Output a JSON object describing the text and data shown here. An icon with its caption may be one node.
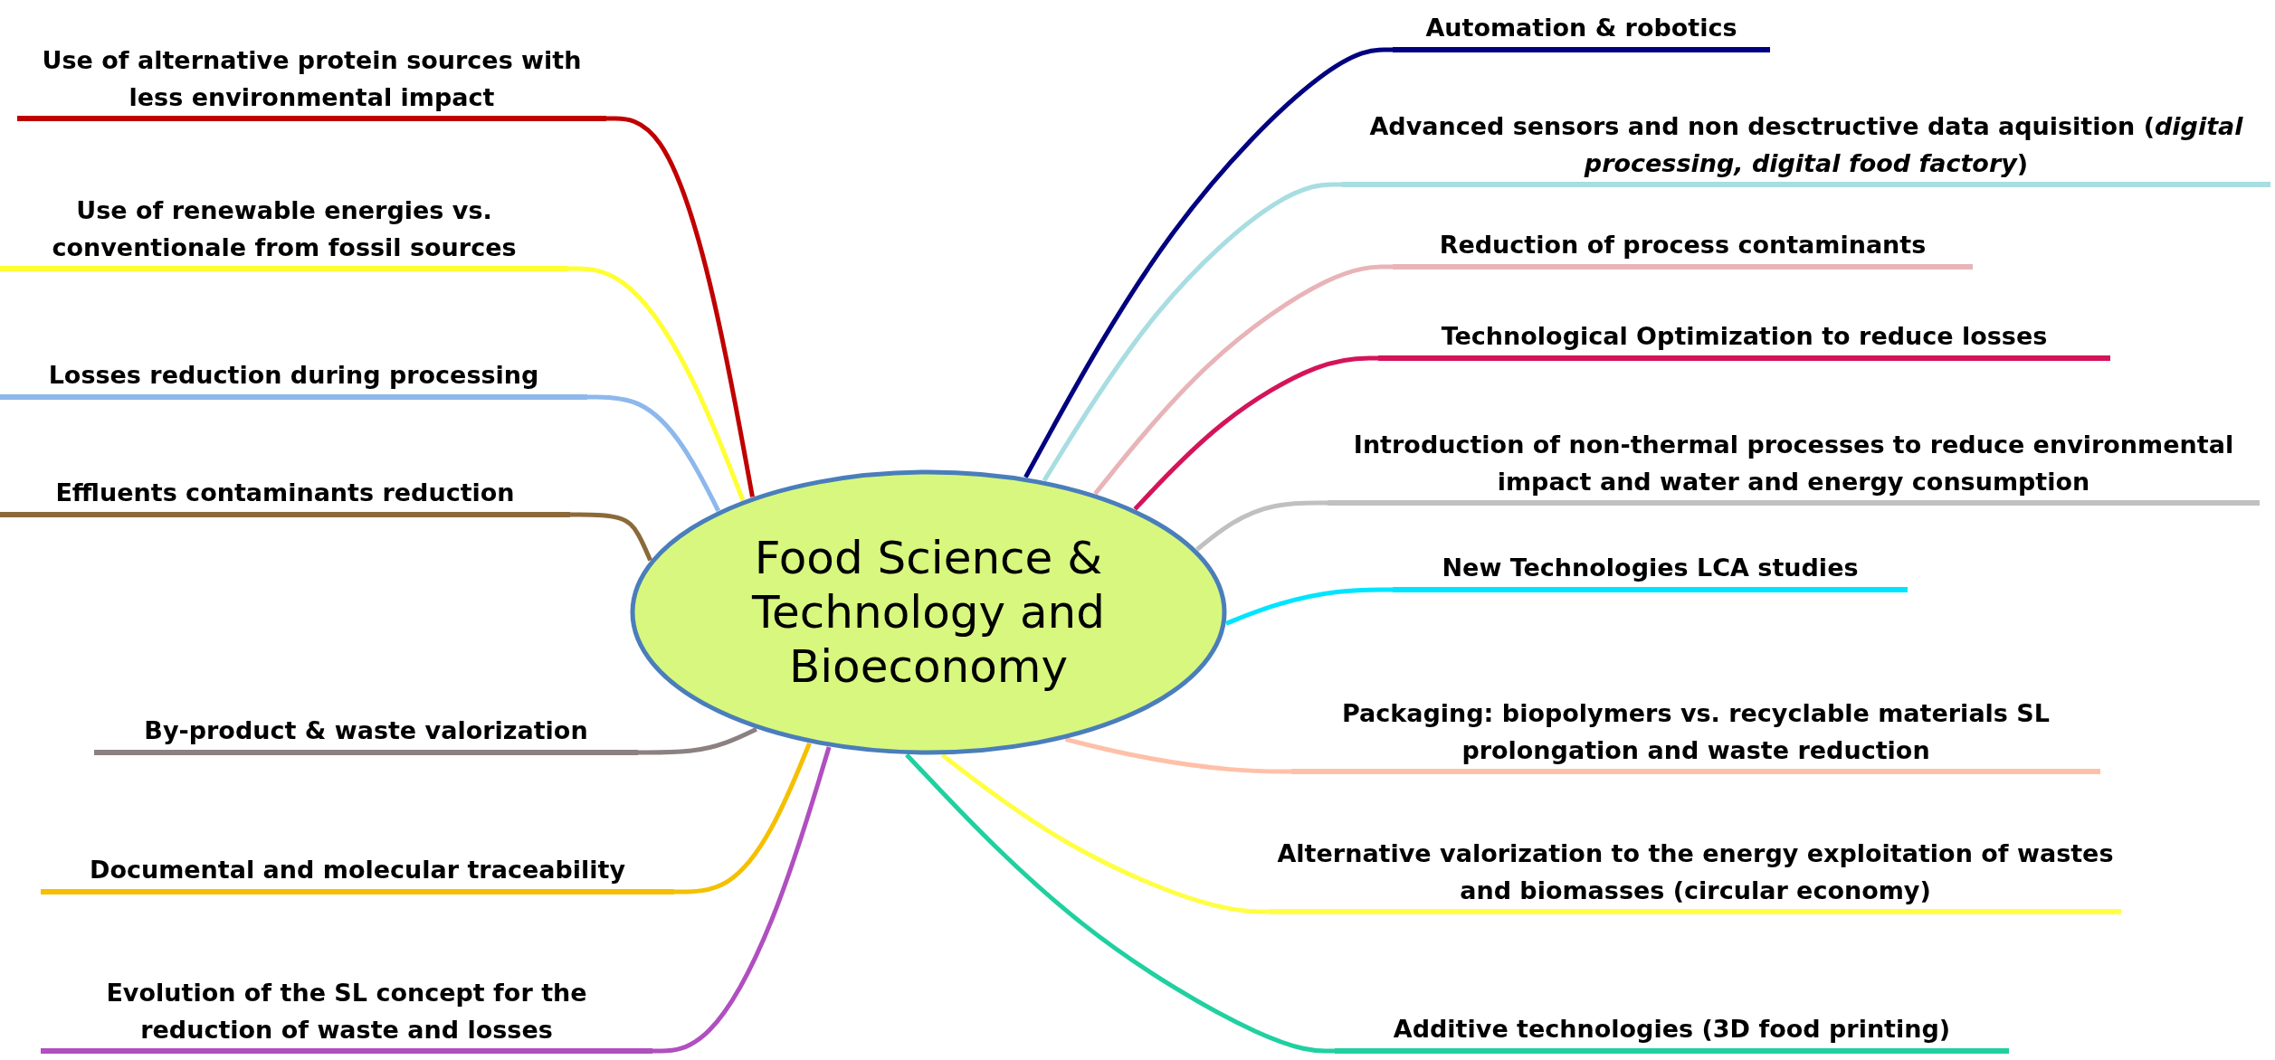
{
  "diagram": {
    "nodes": [
      {
        "text": [
          "Food Science & Technology and Bioeconomy"
        ]
      },
      {
        "text": [
          "Use of alternative protein sources with less environmental impact"
        ]
      },
      {
        "text": [
          "Use of renewable energies  vs. conventionale from fossil sources"
        ]
      },
      {
        "text": [
          "Losses reduction during processing"
        ]
      },
      {
        "text": [
          "Effluents contaminants reduction"
        ]
      },
      {
        "text": [
          "By-product & waste valorization"
        ]
      },
      {
        "text": [
          "Documental and molecular traceability"
        ]
      },
      {
        "text": [
          "Evolution of the SL concept for the reduction of waste and losses"
        ]
      },
      {
        "text": [
          "Automation & robotics"
        ]
      },
      {
        "text": [
          "Advanced sensors and non desctructive data aquisition (*digital processing, digital food factory*)"
        ]
      },
      {
        "text": [
          "Reduction of process contaminants"
        ]
      },
      {
        "text": [
          "Technological Optimization to reduce losses"
        ]
      },
      {
        "text": [
          "Introduction of non-thermal processes to reduce environmental impact and water and energy consumption"
        ]
      },
      {
        "text": [
          "New Technologies LCA studies"
        ]
      },
      {
        "text": [
          "Packaging: biopolymers vs. recyclable materials SL prolongation and waste reduction"
        ]
      },
      {
        "text": [
          "Alternative valorization to the energy exploitation of wastes and biomasses (circular economy)"
        ]
      },
      {
        "text": [
          "Additive technologies (3D food printing)"
        ]
      }
    ],
    "edges": [
      {
        "from": 0,
        "to": 1,
        "arrow": "none",
        "color": "#c00000"
      },
      {
        "from": 0,
        "to": 2,
        "arrow": "none",
        "color": "#ffff33"
      },
      {
        "from": 0,
        "to": 3,
        "arrow": "none",
        "color": "#8db8ec"
      },
      {
        "from": 0,
        "to": 4,
        "arrow": "none",
        "color": "#8b6a3a"
      },
      {
        "from": 0,
        "to": 5,
        "arrow": "none",
        "color": "#8c8080"
      },
      {
        "from": 0,
        "to": 6,
        "arrow": "none",
        "color": "#f5c000"
      },
      {
        "from": 0,
        "to": 7,
        "arrow": "none",
        "color": "#b04fbf"
      },
      {
        "from": 0,
        "to": 8,
        "arrow": "none",
        "color": "#000080"
      },
      {
        "from": 0,
        "to": 9,
        "arrow": "none",
        "color": "#a8dde2"
      },
      {
        "from": 0,
        "to": 10,
        "arrow": "none",
        "color": "#e8b4b8"
      },
      {
        "from": 0,
        "to": 11,
        "arrow": "none",
        "color": "#d4145a"
      },
      {
        "from": 0,
        "to": 12,
        "arrow": "none",
        "color": "#c0c0c0"
      },
      {
        "from": 0,
        "to": 13,
        "arrow": "none",
        "color": "#00e5ff"
      },
      {
        "from": 0,
        "to": 14,
        "arrow": "none",
        "color": "#ffc0a8"
      },
      {
        "from": 0,
        "to": 15,
        "arrow": "none",
        "color": "#ffff44"
      },
      {
        "from": 0,
        "to": 16,
        "arrow": "none",
        "color": "#20d0a0"
      }
    ]
  }
}
